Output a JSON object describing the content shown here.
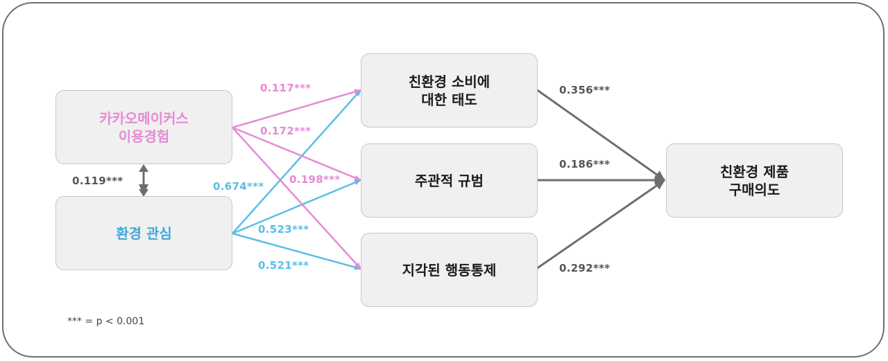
{
  "nodes": {
    "kakao": "카카오메이커스\n이용경험",
    "env_concern": "환경 관심",
    "attitude": "친환경 소비에\n대한 태도",
    "norm": "주관적 규범",
    "control": "지각된 행동통제",
    "intention": "친환경 제품\n구매의도"
  },
  "coefficients": {
    "kakao_attitude": "0.117***",
    "kakao_norm": "0.172***",
    "kakao_control": "0.198***",
    "env_attitude": "0.674***",
    "env_norm": "0.523***",
    "env_control": "0.521***",
    "correlation": "0.119***",
    "attitude_intention": "0.356***",
    "norm_intention": "0.186***",
    "control_intention": "0.292***"
  },
  "note": "*** = p < 0.001",
  "colors": {
    "pink": "#e68ad6",
    "blue": "#5bbde6",
    "gray": "#6e6e6e",
    "box": "#f0f0f0"
  }
}
